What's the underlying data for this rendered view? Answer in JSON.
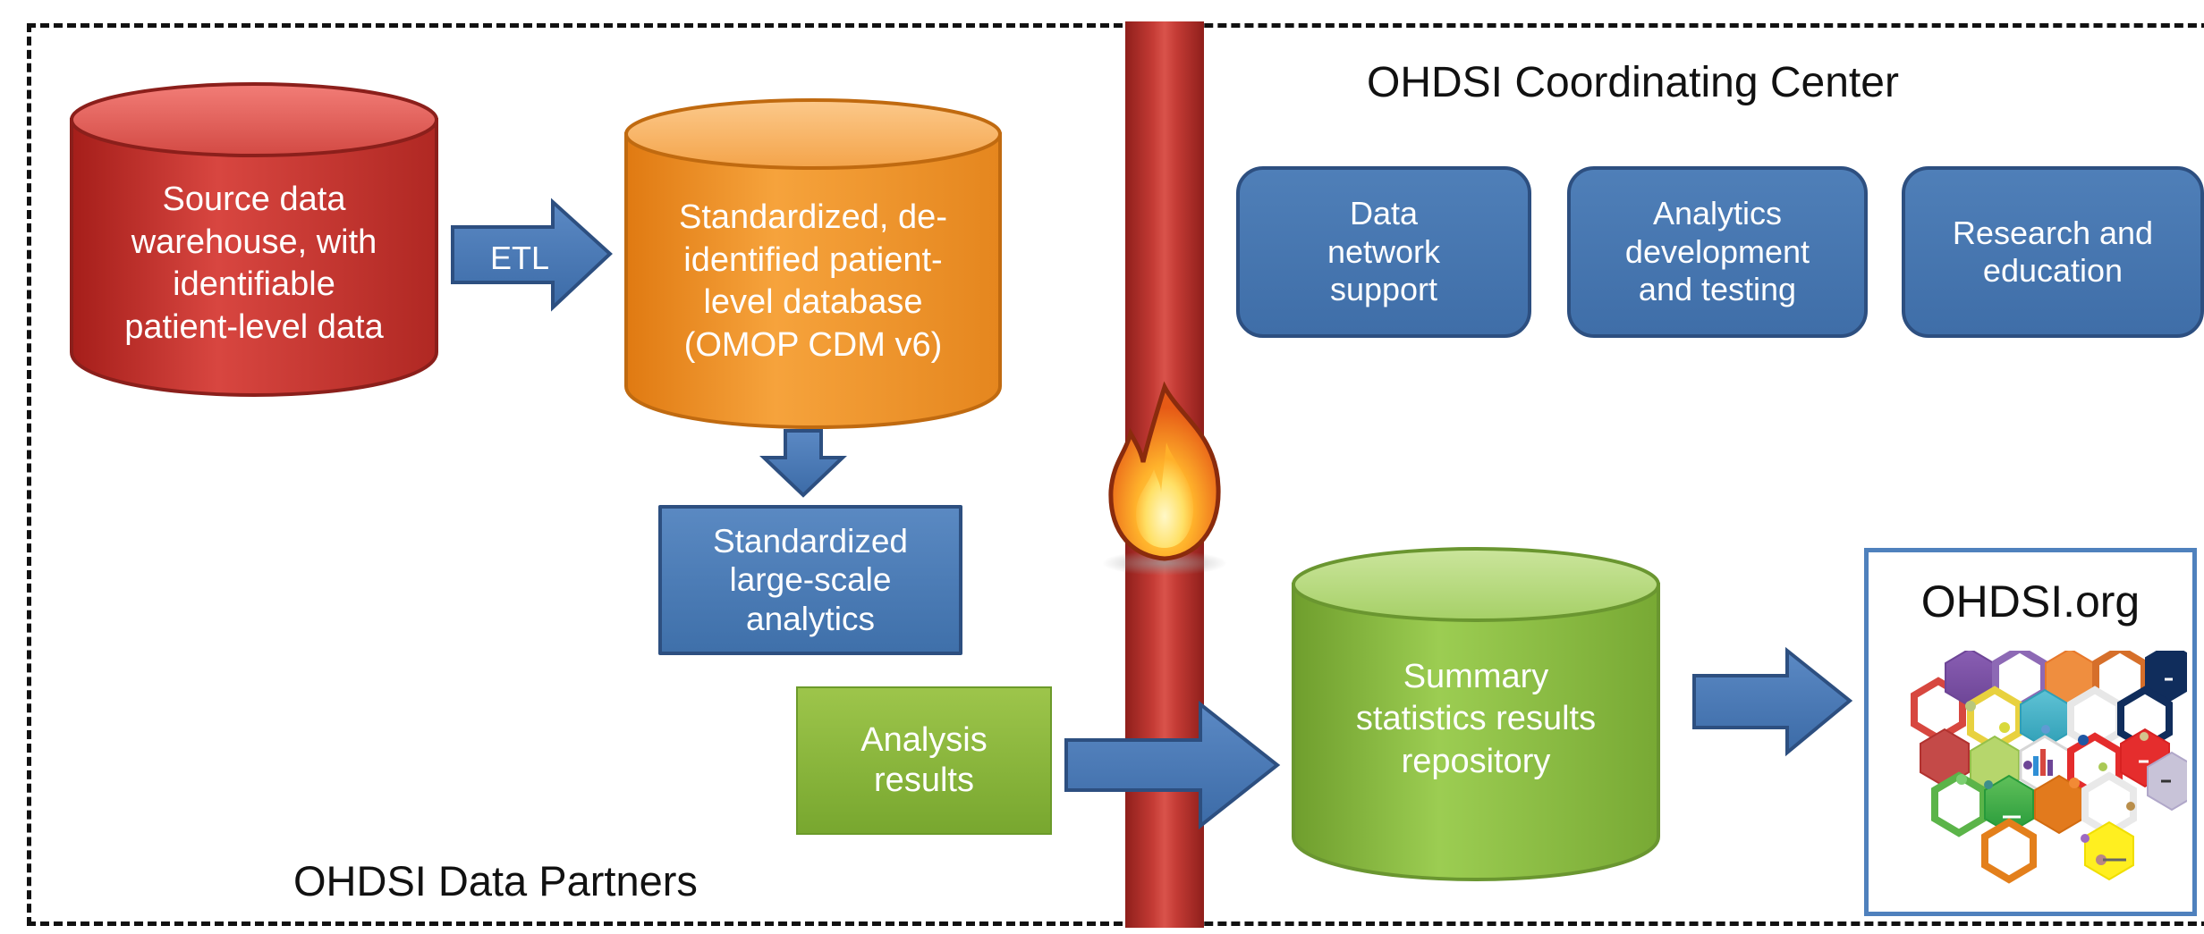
{
  "labels": {
    "data_partners": "OHDSI Data Partners",
    "coordinating_center": "OHDSI Coordinating Center",
    "org_title": "OHDSI.org"
  },
  "cylinders": {
    "source": "Source data\nwarehouse, with\nidentifiable\npatient-level data",
    "standardized": "Standardized, de-\nidentified patient-\nlevel database\n(OMOP CDM v6)",
    "summary": "Summary\nstatistics results\nrepository"
  },
  "arrows": {
    "etl": "ETL"
  },
  "boxes": {
    "analytics": "Standardized\nlarge-scale\nanalytics",
    "analysis_results": "Analysis\nresults",
    "data_network": "Data\nnetwork\nsupport",
    "analytics_dev": "Analytics\ndevelopment\nand testing",
    "research": "Research and\neducation"
  },
  "colors": {
    "red_cylinder": "#c9302c",
    "orange_cylinder": "#f39c2a",
    "green_cylinder": "#8bbf3f",
    "blue_box": "#4472c4",
    "firewall": "#b5302c"
  },
  "icons": {
    "fire": "fire-icon",
    "hexagon_collage": "ohdsi-hex-logo"
  }
}
